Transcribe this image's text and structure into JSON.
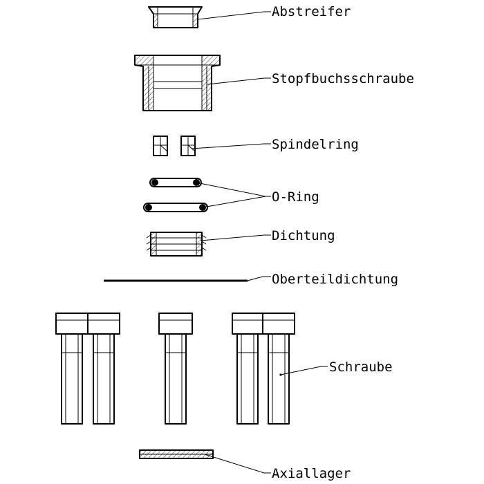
{
  "labels": {
    "abstreifer": "Abstreifer",
    "stopfbuchsschraube": "Stopfbuchsschraube",
    "spindelring": "Spindelring",
    "o_ring": "O-Ring",
    "dichtung": "Dichtung",
    "oberteildichtung": "Oberteildichtung",
    "schraube": "Schraube",
    "axiallager": "Axiallager"
  }
}
